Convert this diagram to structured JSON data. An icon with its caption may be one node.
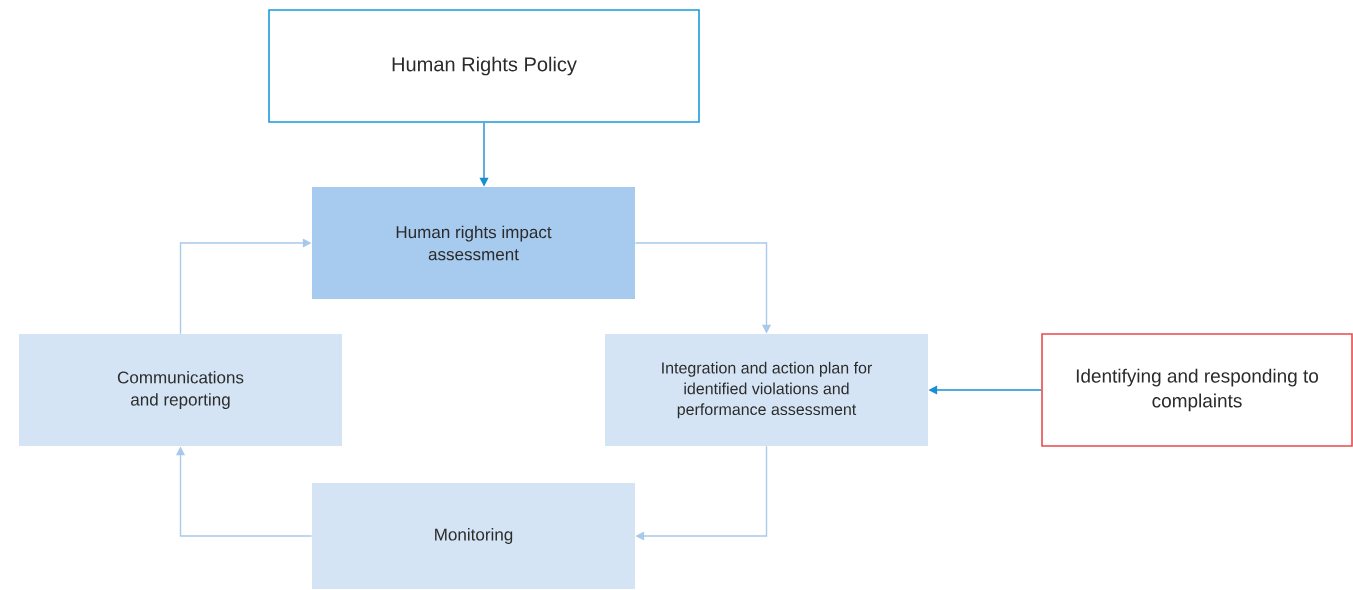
{
  "diagram": {
    "nodes": [
      {
        "text": [
          "Human Rights Policy"
        ]
      },
      {
        "text": [
          "Human rights impact assessment"
        ]
      },
      {
        "text": [
          "Communications and reporting"
        ]
      },
      {
        "text": [
          "Integration and action plan for identified violations and performance assessment"
        ]
      },
      {
        "text": [
          "Identifying and responding to complaints"
        ]
      },
      {
        "text": [
          "Monitoring"
        ]
      }
    ],
    "edges": [
      {
        "from": 0,
        "to": 1,
        "arrow": "to",
        "color": "#1a8fd0"
      },
      {
        "from": 1,
        "to": 3,
        "arrow": "to"
      },
      {
        "from": 3,
        "to": 5,
        "arrow": "to"
      },
      {
        "from": 5,
        "to": 2,
        "arrow": "to"
      },
      {
        "from": 2,
        "to": 1,
        "arrow": "to"
      },
      {
        "from": 4,
        "to": 3,
        "arrow": "to",
        "color": "#1a8fd0"
      }
    ]
  }
}
